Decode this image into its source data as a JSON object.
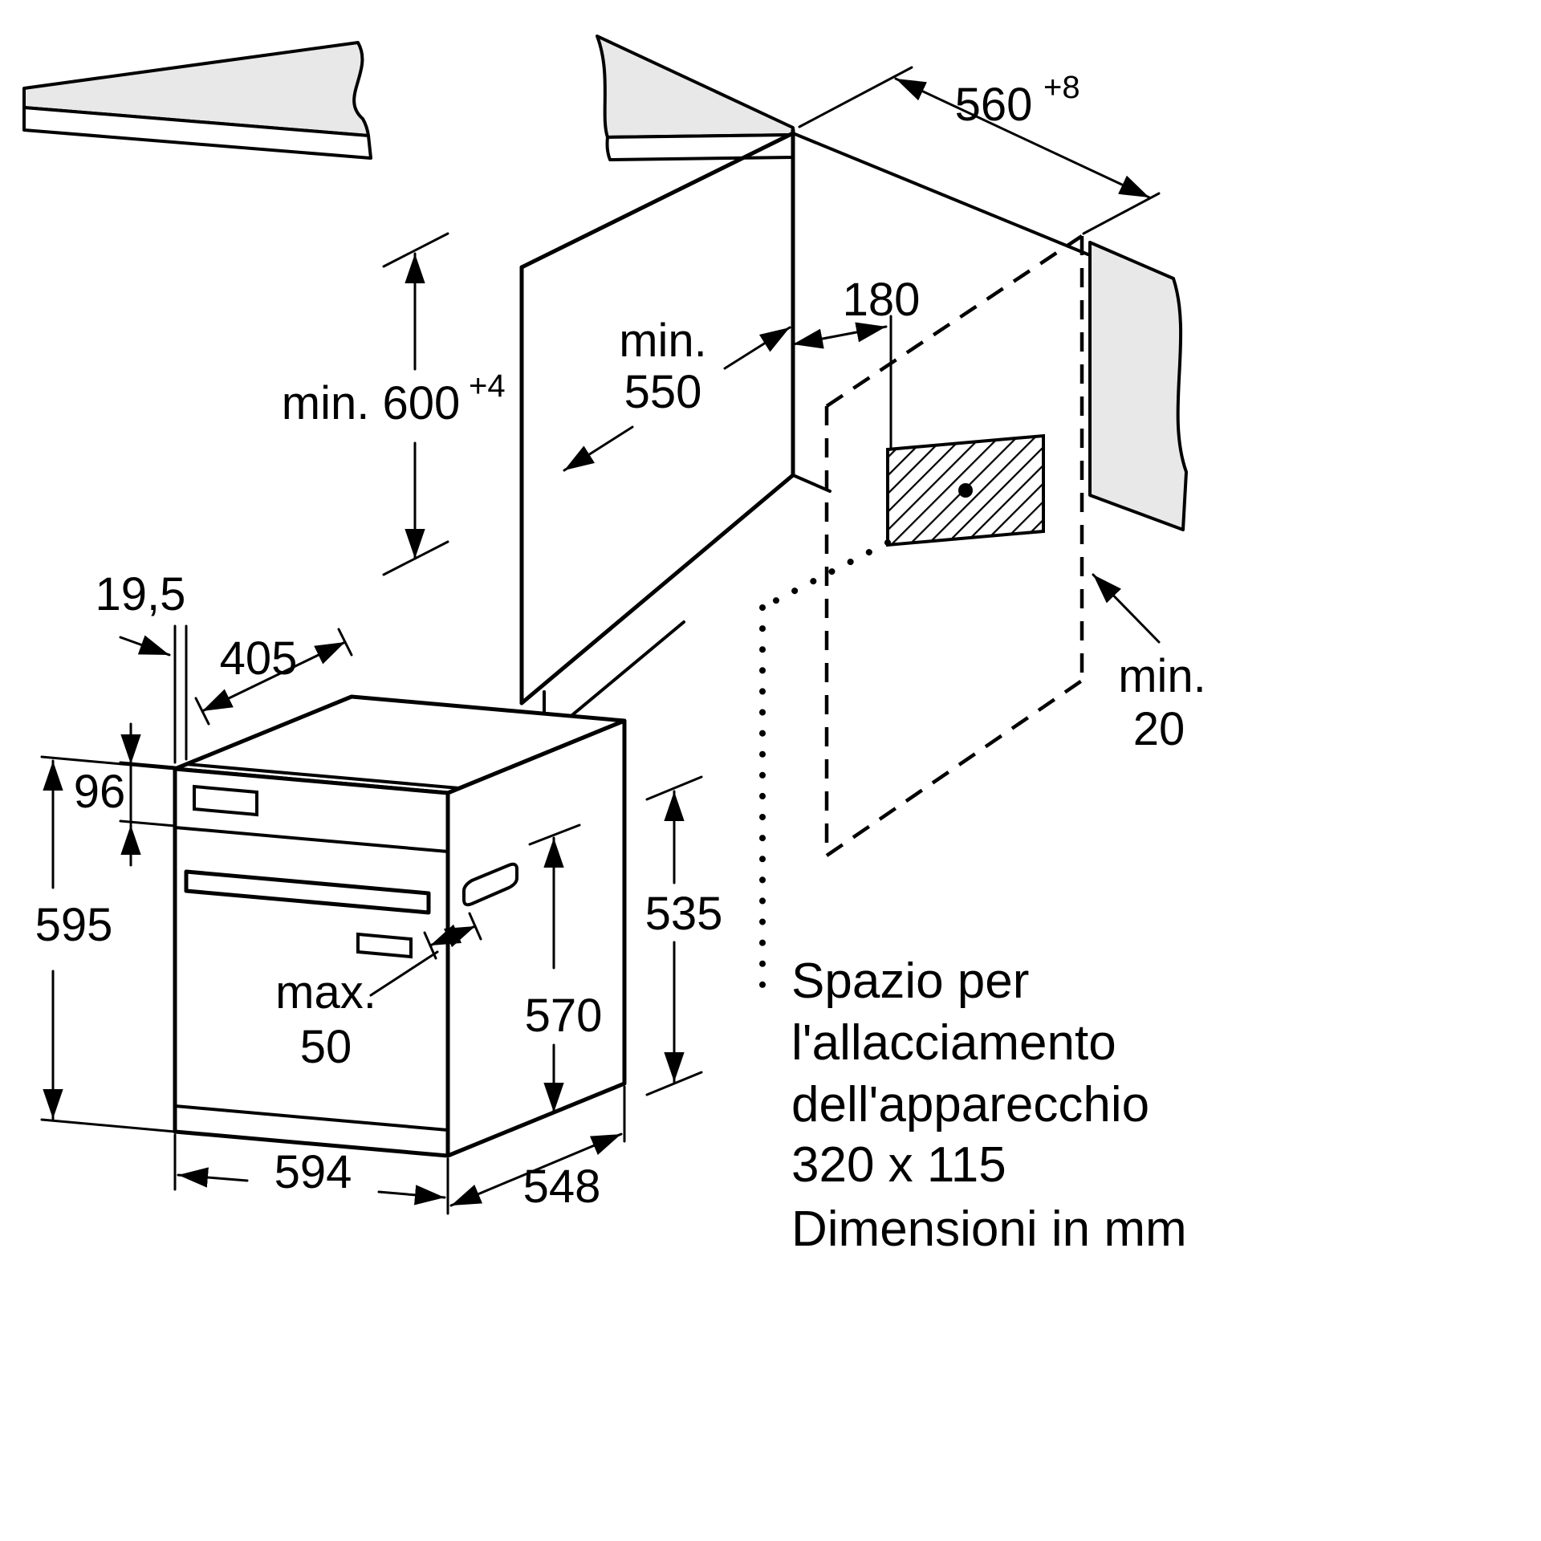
{
  "diagram": {
    "dims": {
      "niche_height": "min. 600",
      "niche_height_sup": "+4",
      "niche_depth_1": "min.",
      "niche_depth_2": "550",
      "conn_offset": "180",
      "niche_width": "560",
      "niche_width_sup": "+8",
      "rear_gap_1": "min.",
      "rear_gap_2": "20",
      "door_offset": "19,5",
      "grip_pos": "405",
      "panel_height": "96",
      "total_height": "595",
      "handle_1": "max.",
      "handle_2": "50",
      "front_height": "570",
      "rear_height": "535",
      "width": "594",
      "depth": "548"
    },
    "note": {
      "l1": "Spazio per",
      "l2": "l'allacciamento",
      "l3": "dell'apparecchio",
      "l4": "320 x 115",
      "footer": "Dimensioni in mm"
    },
    "colors": {
      "line": "#000000",
      "surface": "#e8e8e8"
    }
  }
}
